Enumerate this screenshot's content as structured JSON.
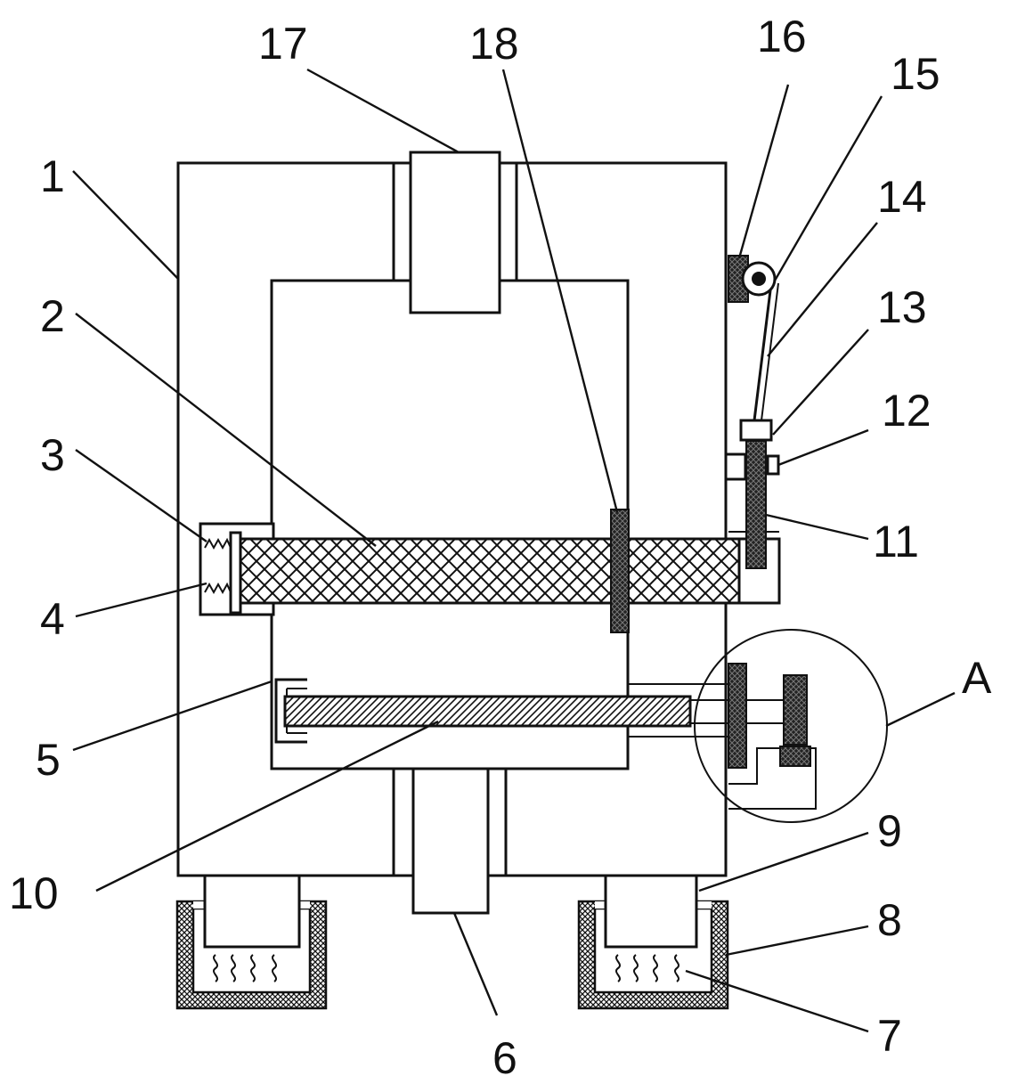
{
  "labels": {
    "p1": "1",
    "p2": "2",
    "p3": "3",
    "p4": "4",
    "p5": "5",
    "p6": "6",
    "p7": "7",
    "p8": "8",
    "p9": "9",
    "p10": "10",
    "p11": "11",
    "p12": "12",
    "p13": "13",
    "p14": "14",
    "p15": "15",
    "p16": "16",
    "p17": "17",
    "p18": "18",
    "detail": "A"
  }
}
